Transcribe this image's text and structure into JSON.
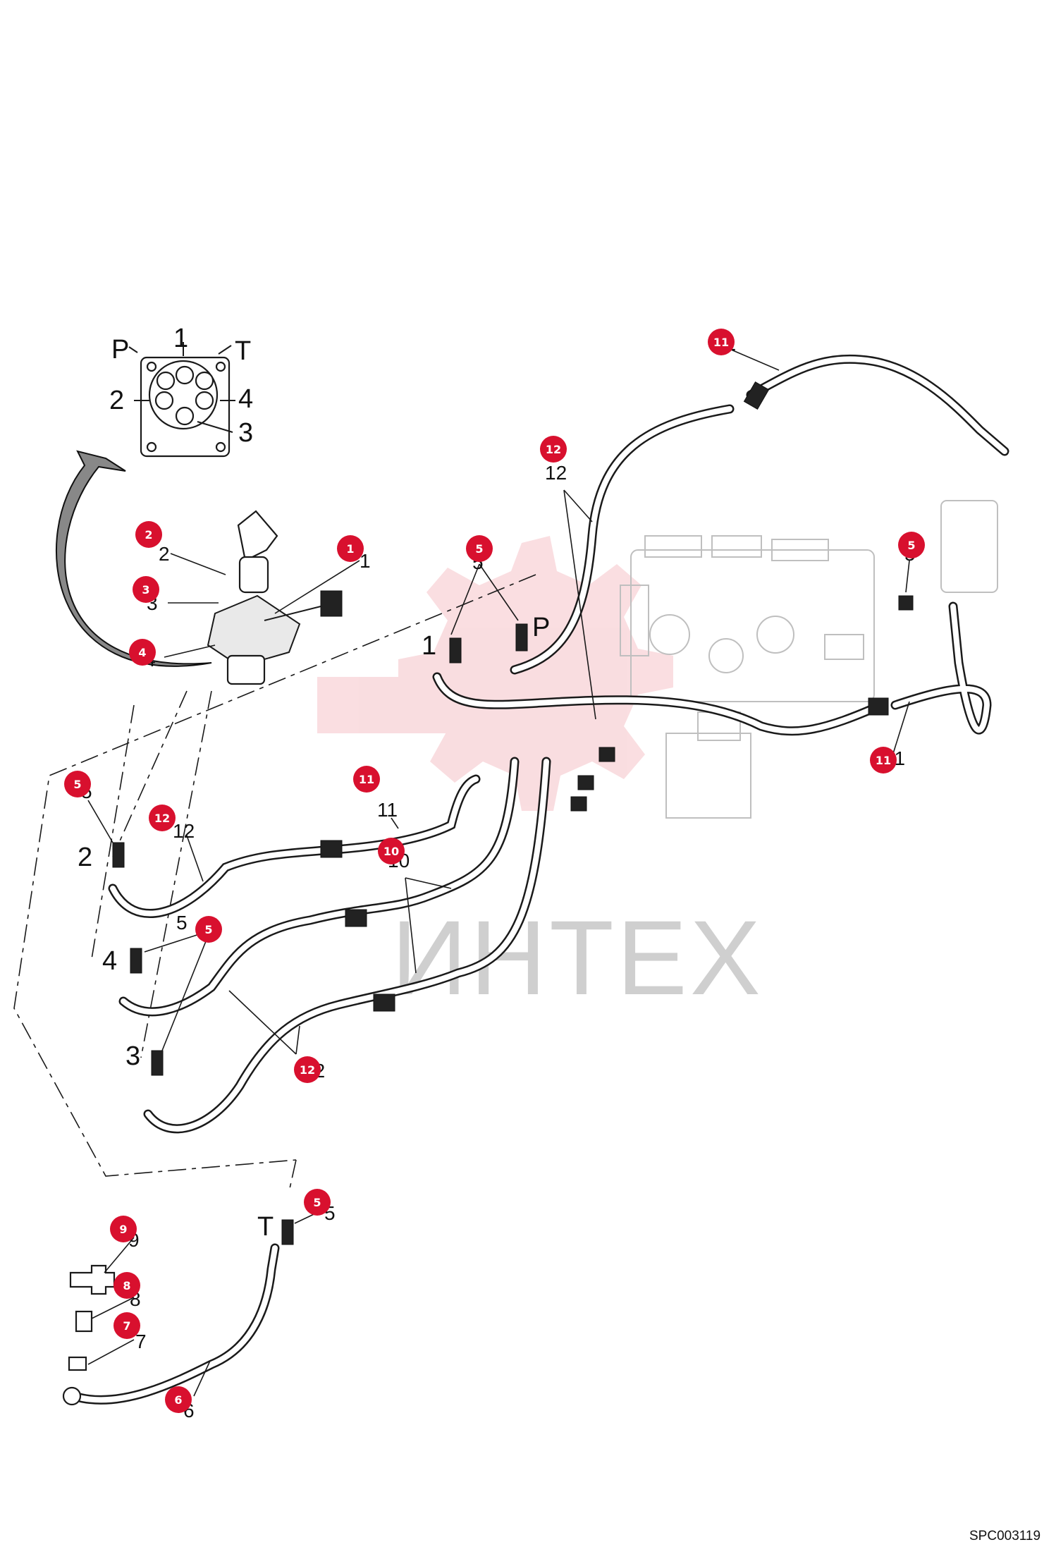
{
  "watermark": {
    "text": "ИНТЕХ",
    "color": "#f0a0a8"
  },
  "ports": {
    "inset_p": "P",
    "inset_1": "1",
    "inset_t": "T",
    "inset_2": "2",
    "inset_4": "4",
    "inset_3": "3",
    "main_1": "1",
    "main_p": "P",
    "left_2": "2",
    "left_4": "4",
    "left_3": "3",
    "bottom_t": "T"
  },
  "part_numbers": {
    "n1": "1",
    "n2": "2",
    "n3": "3",
    "n4": "4",
    "n5a": "5",
    "n5b": "5",
    "n5c": "5",
    "n5d": "5",
    "n5e": "5",
    "n6": "6",
    "n7": "7",
    "n8": "8",
    "n9": "9",
    "n10": "10",
    "n11a": "11",
    "n11b": "11",
    "n11c": "11",
    "n12a": "12",
    "n12b": "12",
    "n12c": "12"
  },
  "badges": [
    {
      "label": "11"
    },
    {
      "label": "12"
    },
    {
      "label": "1"
    },
    {
      "label": "2"
    },
    {
      "label": "3"
    },
    {
      "label": "4"
    },
    {
      "label": "5"
    },
    {
      "label": "5"
    },
    {
      "label": "5"
    },
    {
      "label": "11"
    },
    {
      "label": "12"
    },
    {
      "label": "10"
    },
    {
      "label": "5"
    },
    {
      "label": "12"
    },
    {
      "label": "11"
    },
    {
      "label": "5"
    },
    {
      "label": "9"
    },
    {
      "label": "8"
    },
    {
      "label": "7"
    },
    {
      "label": "6"
    }
  ],
  "drawing_code": "SPC003119",
  "colors": {
    "badge": "#d8102e",
    "line": "#1a1a1a"
  }
}
